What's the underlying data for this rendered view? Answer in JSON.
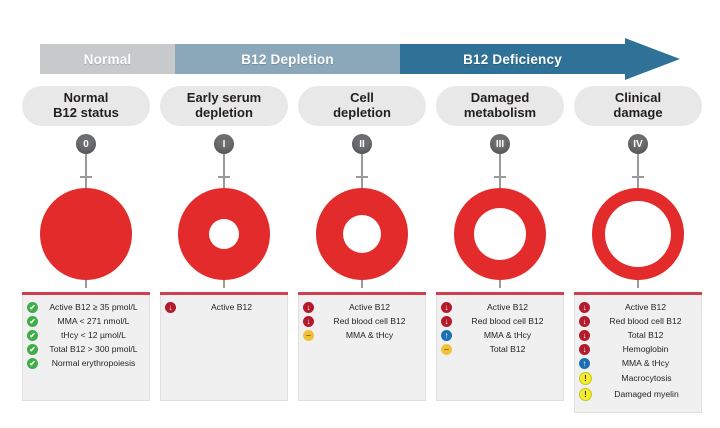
{
  "bar": {
    "segments": [
      {
        "label": "Normal",
        "color": "#c7cacb"
      },
      {
        "label": "B12 Depletion",
        "color": "#8aa8b9"
      },
      {
        "label": "B12 Deficiency",
        "color": "#2f7197"
      }
    ]
  },
  "colors": {
    "red": "#e32b2b",
    "redline": "#cf4152",
    "green": "#3fae49",
    "down_red": "#b31b2c",
    "up_blue": "#1b6fb3",
    "dash_yellow": "#f0c23a",
    "warn_yellow": "#f2ec2a",
    "badge_gray": "#6d6e70",
    "pill_gray": "#e8e8e8",
    "box_gray": "#f0f0f0"
  },
  "stages": [
    {
      "title_line1": "Normal",
      "title_line2": "B12 status",
      "badge": "0",
      "donut": {
        "outer": 92,
        "hole": 0
      },
      "items": [
        {
          "icon": "check-icon",
          "marker": "✔",
          "type": "check",
          "text": "Active B12 ≥ 35 pmol/L"
        },
        {
          "icon": "check-icon",
          "marker": "✔",
          "type": "check",
          "text": "MMA < 271 nmol/L"
        },
        {
          "icon": "check-icon",
          "marker": "✔",
          "type": "check",
          "text": "tHcy < 12 µmol/L"
        },
        {
          "icon": "check-icon",
          "marker": "✔",
          "type": "check",
          "text": "Total B12 > 300 pmol/L"
        },
        {
          "icon": "check-icon",
          "marker": "✔",
          "type": "check",
          "text": "Normal erythropoiesis"
        }
      ]
    },
    {
      "title_line1": "Early serum",
      "title_line2": "depletion",
      "badge": "I",
      "donut": {
        "outer": 92,
        "hole": 30
      },
      "items": [
        {
          "icon": "arrow-down-icon",
          "marker": "↓",
          "type": "down",
          "text": "Active B12"
        }
      ]
    },
    {
      "title_line1": "Cell",
      "title_line2": "depletion",
      "badge": "II",
      "donut": {
        "outer": 92,
        "hole": 38
      },
      "items": [
        {
          "icon": "arrow-down-icon",
          "marker": "↓",
          "type": "down",
          "text": "Active B12"
        },
        {
          "icon": "arrow-down-icon",
          "marker": "↓",
          "type": "down",
          "text": "Red blood cell B12"
        },
        {
          "icon": "dash-icon",
          "marker": "–",
          "type": "dash",
          "text": "MMA & tHcy"
        }
      ]
    },
    {
      "title_line1": "Damaged",
      "title_line2": "metabolism",
      "badge": "III",
      "donut": {
        "outer": 92,
        "hole": 52
      },
      "items": [
        {
          "icon": "arrow-down-icon",
          "marker": "↓",
          "type": "down",
          "text": "Active B12"
        },
        {
          "icon": "arrow-down-icon",
          "marker": "↓",
          "type": "down",
          "text": "Red blood cell B12"
        },
        {
          "icon": "arrow-up-icon",
          "marker": "↑",
          "type": "up",
          "text": "MMA & tHcy"
        },
        {
          "icon": "dash-icon",
          "marker": "–",
          "type": "dash",
          "text": "Total B12"
        }
      ]
    },
    {
      "title_line1": "Clinical",
      "title_line2": "damage",
      "badge": "IV",
      "donut": {
        "outer": 92,
        "hole": 66
      },
      "items": [
        {
          "icon": "arrow-down-icon",
          "marker": "↓",
          "type": "down",
          "text": "Active B12"
        },
        {
          "icon": "arrow-down-icon",
          "marker": "↓",
          "type": "down",
          "text": "Red blood cell B12"
        },
        {
          "icon": "arrow-down-icon",
          "marker": "↓",
          "type": "down",
          "text": "Total B12"
        },
        {
          "icon": "arrow-down-icon",
          "marker": "↓",
          "type": "down",
          "text": "Hemoglobin"
        },
        {
          "icon": "arrow-up-icon",
          "marker": "↑",
          "type": "up",
          "text": "MMA & tHcy"
        },
        {
          "icon": "warning-icon",
          "marker": "!",
          "type": "warn",
          "text": "Macrocytosis"
        },
        {
          "icon": "warning-icon",
          "marker": "!",
          "type": "warn",
          "text": "Damaged myelin"
        }
      ]
    }
  ]
}
